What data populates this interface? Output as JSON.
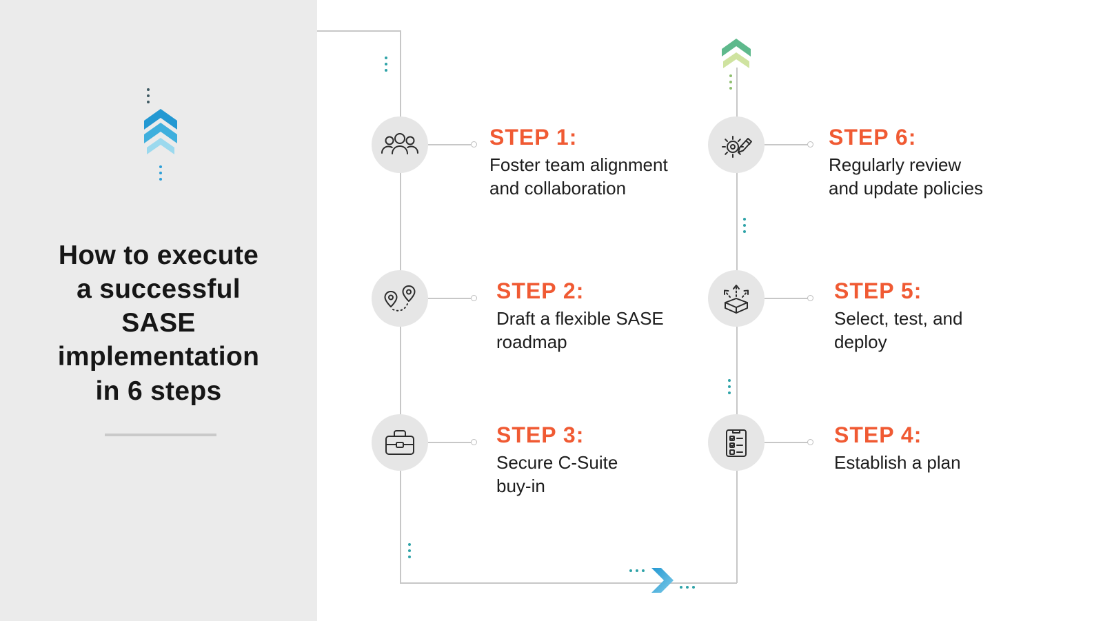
{
  "title": "How to execute\na successful\nSASE\nimplementation\nin 6 steps",
  "colors": {
    "accent_orange": "#f05a33",
    "accent_blue": "#2d9fd8",
    "accent_teal": "#2fa3a8",
    "accent_green": "#8fbf6f",
    "panel_gray": "#ebebeb",
    "circle_gray": "#e6e6e6",
    "line_gray": "#c7c7c7"
  },
  "steps": [
    {
      "number": 1,
      "label": "STEP 1:",
      "description": "Foster team alignment\nand collaboration",
      "icon": "team-icon"
    },
    {
      "number": 2,
      "label": "STEP 2:",
      "description": "Draft a flexible SASE\nroadmap",
      "icon": "roadmap-icon"
    },
    {
      "number": 3,
      "label": "STEP 3:",
      "description": "Secure C-Suite\nbuy-in",
      "icon": "briefcase-icon"
    },
    {
      "number": 4,
      "label": "STEP 4:",
      "description": "Establish a plan",
      "icon": "checklist-icon"
    },
    {
      "number": 5,
      "label": "STEP 5:",
      "description": "Select, test, and\ndeploy",
      "icon": "deploy-icon"
    },
    {
      "number": 6,
      "label": "STEP 6:",
      "description": "Regularly review\nand update policies",
      "icon": "review-policies-icon"
    }
  ],
  "decorations": {
    "left_arrow": "triple-chevron-up-blue-icon",
    "top_right_arrow": "double-chevron-up-green-icon",
    "bottom_arrow": "chevron-right-blue-icon"
  }
}
